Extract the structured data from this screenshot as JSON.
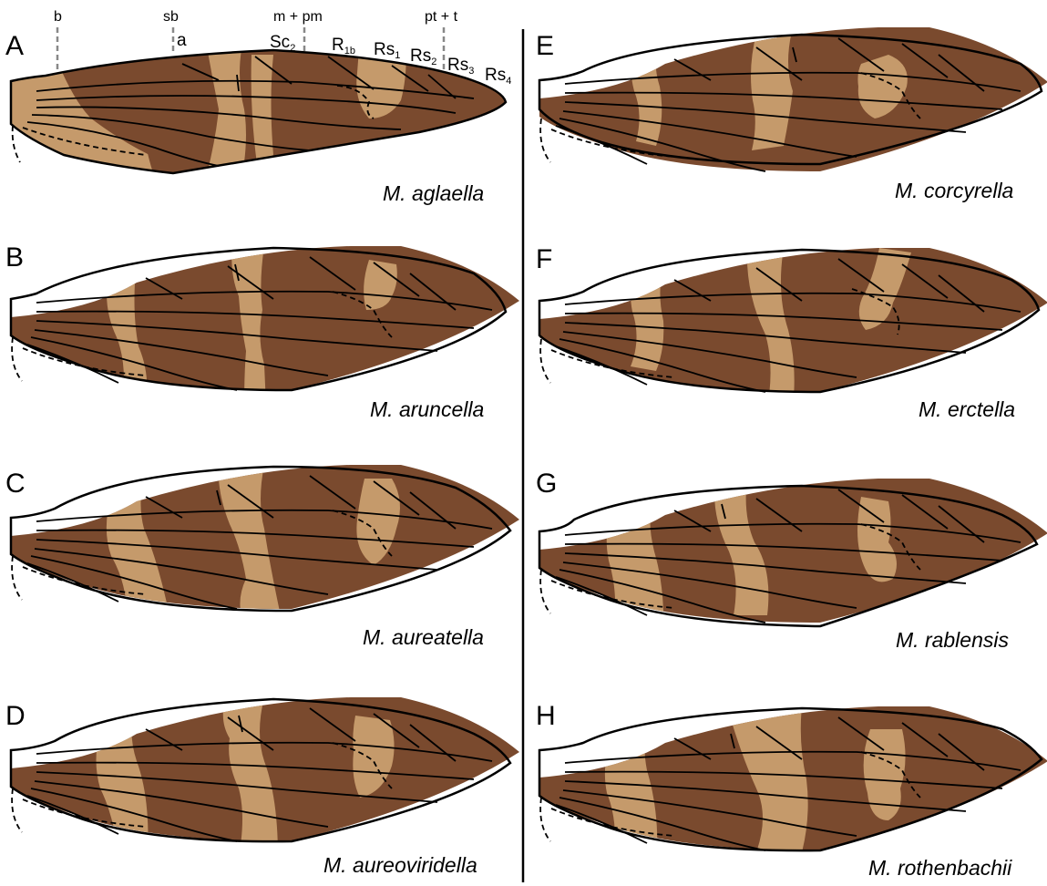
{
  "figure": {
    "panels": [
      {
        "letter": "A",
        "species": "M. aglaella",
        "variant": "aglaella"
      },
      {
        "letter": "B",
        "species": "M. aruncella",
        "variant": "standard"
      },
      {
        "letter": "C",
        "species": "M. aureatella",
        "variant": "standard"
      },
      {
        "letter": "D",
        "species": "M. aureoviridella",
        "variant": "standard"
      },
      {
        "letter": "E",
        "species": "M. corcyrella",
        "variant": "standard"
      },
      {
        "letter": "F",
        "species": "M. erctella",
        "variant": "standard"
      },
      {
        "letter": "G",
        "species": "M. rablensis",
        "variant": "standard"
      },
      {
        "letter": "H",
        "species": "M. rothenbachii",
        "variant": "standard"
      }
    ],
    "markers": [
      {
        "label": "b"
      },
      {
        "label": "sb"
      },
      {
        "label": "m + pm"
      },
      {
        "label": "pt + t"
      }
    ],
    "vein_labels": [
      {
        "main": "a",
        "sub": ""
      },
      {
        "main": "Sc",
        "sub": "2"
      },
      {
        "main": "R",
        "sub": "1b"
      },
      {
        "main": "Rs",
        "sub": "1"
      },
      {
        "main": "Rs",
        "sub": "2"
      },
      {
        "main": "Rs",
        "sub": "3"
      },
      {
        "main": "Rs",
        "sub": "4"
      }
    ],
    "colors": {
      "dark_brown": "#7a4a2e",
      "light_band": "#c59a6b",
      "outline": "#000000",
      "divider": "#000000",
      "marker_line": "#888888"
    }
  }
}
